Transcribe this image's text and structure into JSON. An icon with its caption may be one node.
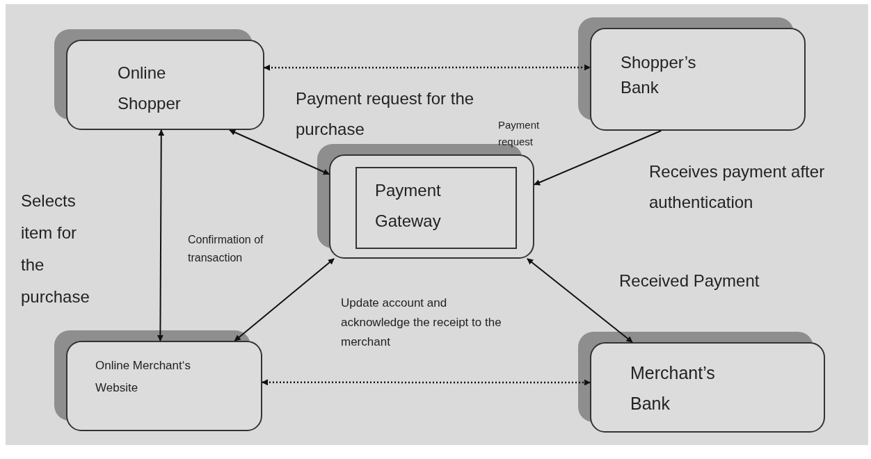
{
  "diagram": {
    "nodes": [
      {
        "text": [
          "Online Shopper"
        ]
      },
      {
        "text": [
          "Shopper’s Bank"
        ]
      },
      {
        "text": [
          "Payment Gateway"
        ]
      },
      {
        "text": [
          "Online Merchant‘s Website"
        ]
      },
      {
        "text": [
          "Merchant’s Bank"
        ]
      }
    ],
    "edges": [
      {
        "from": 0,
        "to": 1,
        "arrow": "both",
        "style": "dashed"
      },
      {
        "from": 0,
        "to": 2,
        "arrow": "both"
      },
      {
        "from": 1,
        "to": 2,
        "arrow": "to"
      },
      {
        "from": 0,
        "to": 3,
        "arrow": "both"
      },
      {
        "from": 3,
        "to": 2,
        "arrow": "both"
      },
      {
        "from": 2,
        "to": 4,
        "arrow": "both"
      },
      {
        "from": 3,
        "to": 4,
        "arrow": "both",
        "style": "dashed"
      }
    ],
    "labels": [
      "Payment request for the purchase",
      "Payment request",
      "Receives payment after authentication",
      "Selects item for the purchase",
      "Confirmation of transaction",
      "Received Payment",
      "Update account and acknowledge the receipt to the merchant"
    ]
  }
}
